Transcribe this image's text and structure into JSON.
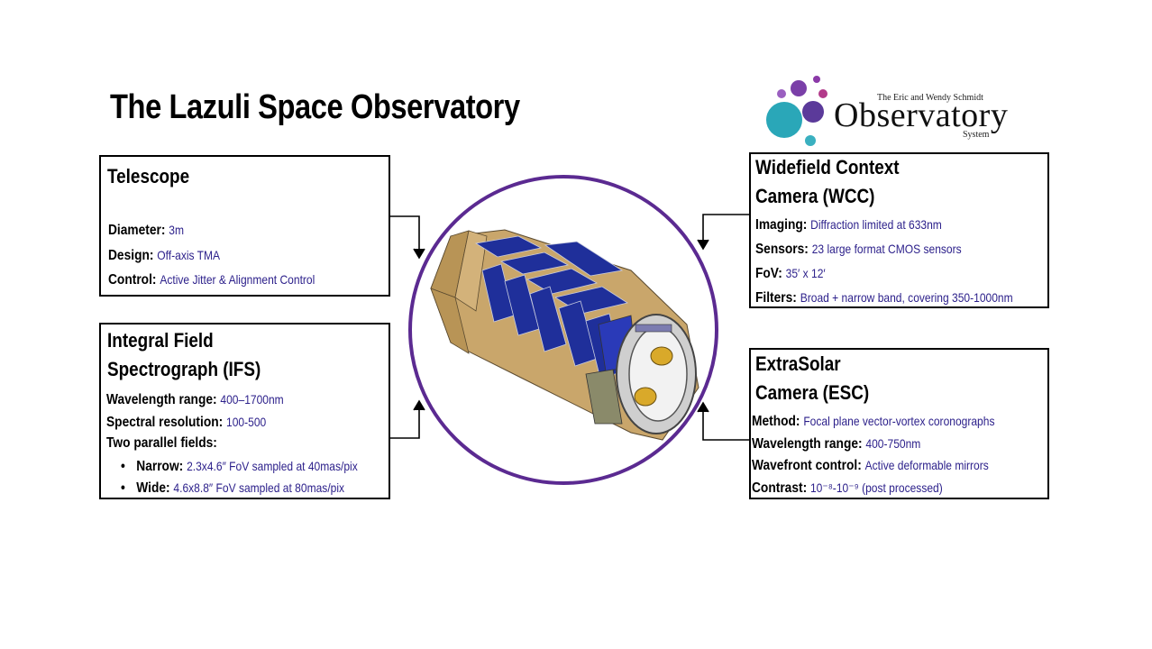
{
  "title": "The Lazuli Space Observatory",
  "logo": {
    "small_text": "The Eric and Wendy Schmidt",
    "main_text": "Observatory",
    "sub_text": "System"
  },
  "telescope": {
    "heading": "Telescope",
    "specs": [
      {
        "label": "Diameter:",
        "value": "3m"
      },
      {
        "label": "Design:",
        "value": "Off-axis TMA"
      },
      {
        "label": "Control:",
        "value": "Active Jitter & Alignment Control"
      }
    ]
  },
  "ifs": {
    "heading_line1": "Integral Field",
    "heading_line2": "Spectrograph (IFS)",
    "specs": [
      {
        "label": "Wavelength range:",
        "value": "400–1700nm"
      },
      {
        "label": "Spectral resolution:",
        "value": "100-500"
      },
      {
        "label": "Two parallel fields:",
        "value": ""
      }
    ],
    "bullets": [
      {
        "label": "Narrow:",
        "value": "2.3x4.6″ FoV sampled at 40mas/pix"
      },
      {
        "label": "Wide:",
        "value": "4.6x8.8″ FoV sampled at 80mas/pix"
      }
    ],
    "bullet_glyph": "•"
  },
  "wcc": {
    "heading_line1": "Widefield Context",
    "heading_line2": "Camera (WCC)",
    "specs": [
      {
        "label": "Imaging:",
        "value": "Diffraction limited at 633nm"
      },
      {
        "label": "Sensors:",
        "value": "23 large format CMOS sensors"
      },
      {
        "label": "FoV:",
        "value": "35′ x 12′"
      },
      {
        "label": "Filters:",
        "value": "Broad + narrow band, covering 350-1000nm"
      }
    ]
  },
  "esc": {
    "heading_line1": "ExtraSolar",
    "heading_line2": "Camera (ESC)",
    "specs": [
      {
        "label": "Method:",
        "value": "Focal plane vector-vortex coronographs"
      },
      {
        "label": "Wavelength range:",
        "value": "400-750nm"
      },
      {
        "label": "Wavefront control:",
        "value": "Active deformable mirrors"
      },
      {
        "label": "Contrast:",
        "value": "10⁻⁸-10⁻⁹ (post processed)"
      }
    ]
  },
  "colors": {
    "accent_purple": "#5b2a91",
    "value_text": "#2b1f8a",
    "ray_blue": "#2a3fe0",
    "panel_blue": "#1f2f9a",
    "body_gold": "#c9a66b"
  }
}
